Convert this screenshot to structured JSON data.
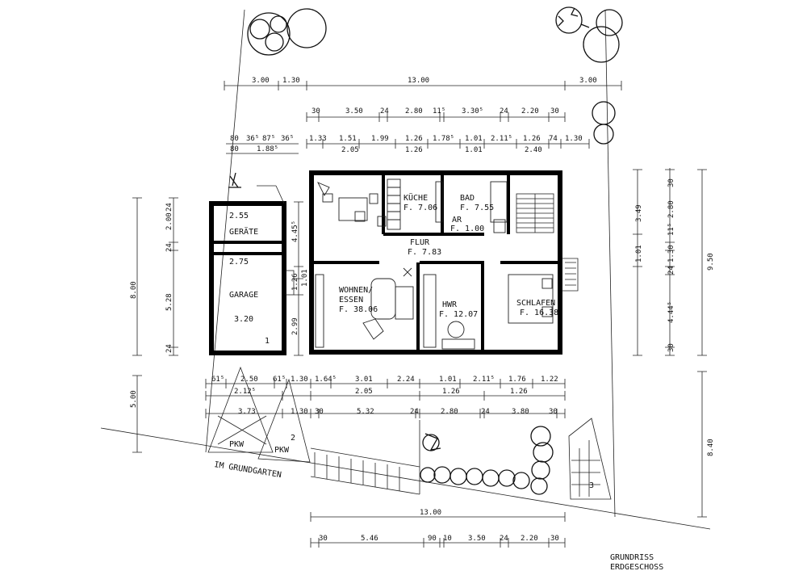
{
  "dims": {
    "top1": [
      "3.00",
      "1.30",
      "13.00",
      "3.00"
    ],
    "top2": [
      "30",
      "3.50",
      "24",
      "2.80",
      "11⁵",
      "3.30⁵",
      "24",
      "2.20",
      "30"
    ],
    "top3a": [
      "1.33",
      "1.51",
      "1.99",
      "1.26",
      "1.78⁵",
      "1.01",
      "2.11⁵",
      "1.26",
      "74",
      "1.30"
    ],
    "top3b": [
      "2.05",
      "1.26",
      "1.01",
      "2.40"
    ],
    "leftTop1": [
      "80",
      "36⁵",
      "87⁵",
      "36⁵"
    ],
    "leftTop2": [
      "80",
      "1.88⁵"
    ],
    "garageInside": [
      "2.55",
      "2.75",
      "3.20"
    ],
    "leftVert": [
      "8.00",
      "5.00",
      "2.00",
      "5.28",
      "24",
      "24",
      "24"
    ],
    "houseLeft": [
      "4.45⁵",
      "1.01",
      "1.26",
      "2.99"
    ],
    "right": [
      "3.49",
      "9.50",
      "8.40",
      "30",
      "2.80",
      "11⁵",
      "1.30",
      "1.01",
      "24",
      "4.44⁵",
      "30"
    ],
    "bottom1": [
      "61⁵",
      "2.50",
      "61⁵",
      "1.30",
      "1.64⁵",
      "3.01",
      "2.24",
      "1.01",
      "2.11⁵",
      "1.76",
      "1.22"
    ],
    "bottom2": [
      "2.12⁵",
      "2.05",
      "1.26",
      "1.26"
    ],
    "bottom3": [
      "3.73",
      "1.30",
      "30",
      "5.32",
      "24",
      "2.80",
      "24",
      "3.80",
      "30"
    ],
    "bottom4": [
      "13.00"
    ],
    "bottom5": [
      "30",
      "5.46",
      "90",
      "10",
      "3.50",
      "24",
      "2.20",
      "30"
    ]
  },
  "rooms": {
    "kueche": {
      "name": "KÜCHE",
      "area": "F. 7.06"
    },
    "bad": {
      "name": "BAD",
      "area": "F. 7.55"
    },
    "ar": {
      "name": "AR",
      "area": "F. 1.00"
    },
    "flur": {
      "name": "FLUR",
      "area": "F. 7.83"
    },
    "wohnen": {
      "name1": "WOHNEN/",
      "name2": "ESSEN",
      "area": "F. 38.06"
    },
    "hwr": {
      "name": "HWR",
      "area": "F. 12.07"
    },
    "schlafen": {
      "name": "SCHLAFEN",
      "area": "F. 16.38"
    }
  },
  "labels": {
    "geraete": "GERÄTE",
    "garage": "GARAGE",
    "garageNo": "1",
    "pkw1": "PKW",
    "pkw2": "PKW",
    "pkw2No": "2",
    "street": "IM GRUNDGARTEN",
    "title1": "GRUNDRISS",
    "title2": "ERDGESCHOSS",
    "gardenNo": "3"
  }
}
